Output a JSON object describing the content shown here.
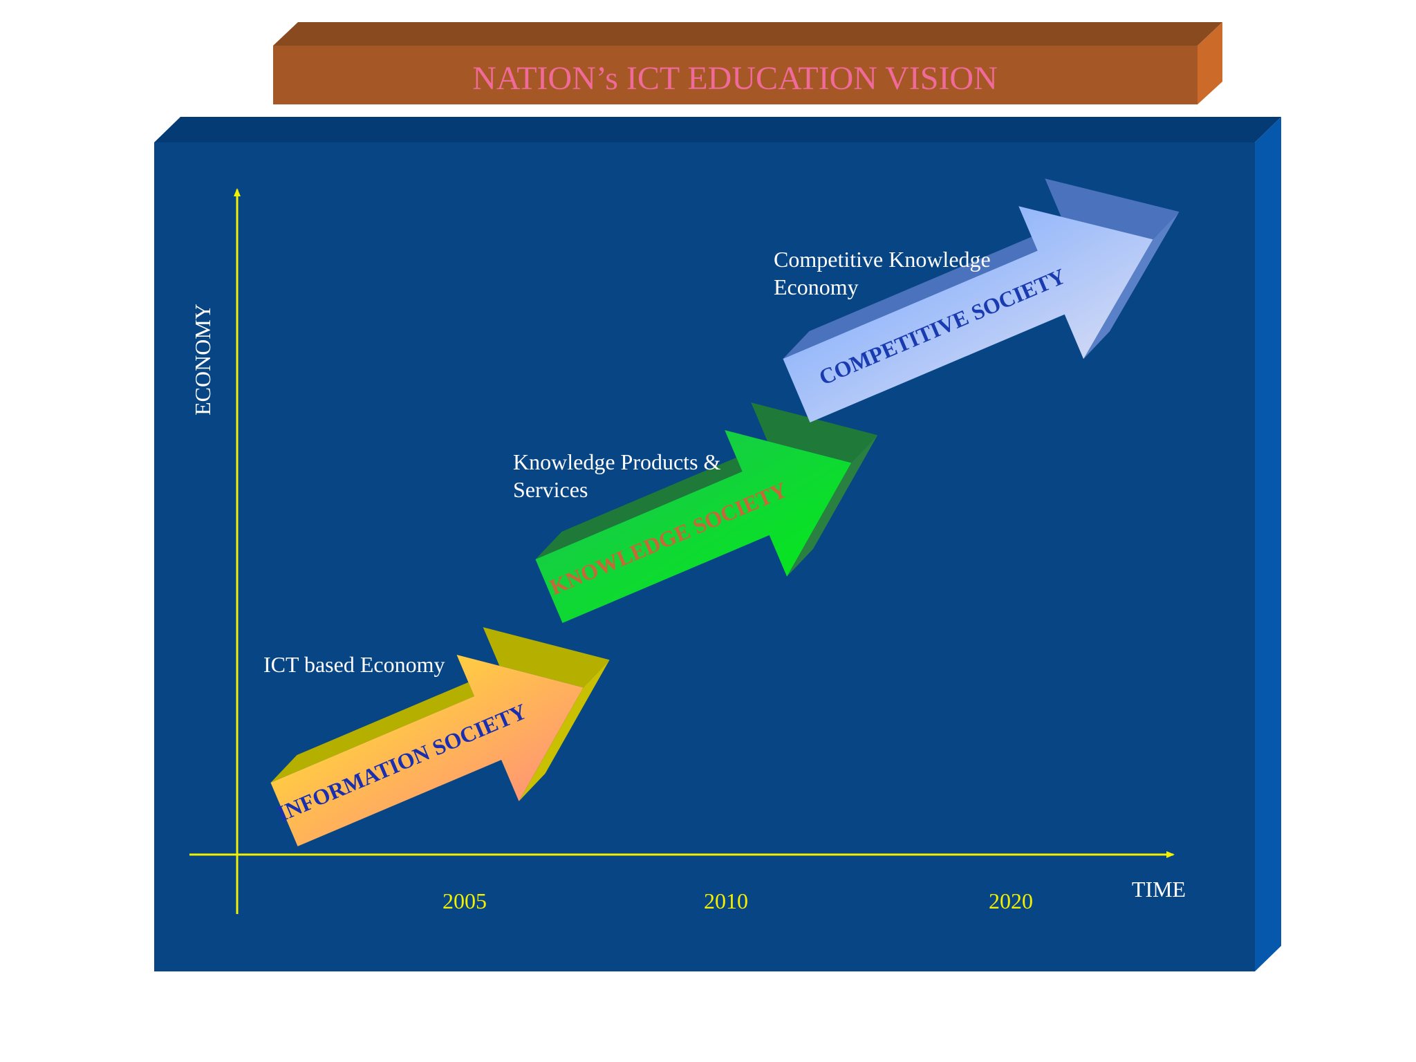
{
  "title": "NATION’s ICT EDUCATION VISION",
  "y_axis_label": "ECONOMY",
  "x_axis_label": "TIME",
  "years": [
    "2005",
    "2010",
    "2020"
  ],
  "stages": [
    {
      "arrow_label": "INFORMATION SOCIETY",
      "caption_lines": [
        "ICT based Economy"
      ],
      "label_color": "#1a2fb0",
      "gradient": [
        "#ffee22",
        "#ff7f8a"
      ],
      "top_face": "#b5b000",
      "side_face": "#c8c000"
    },
    {
      "arrow_label": "KNOWLEDGE SOCIETY",
      "caption_lines": [
        "Knowledge Products &",
        "Services"
      ],
      "label_color": "#c8673a",
      "gradient": [
        "#1fc05a",
        "#00ee10"
      ],
      "top_face": "#1f7a3a",
      "side_face": "#2a8040"
    },
    {
      "arrow_label": "COMPETITIVE SOCIETY",
      "caption_lines": [
        "Competitive Knowledge",
        "Economy"
      ],
      "label_color": "#1a3ab0",
      "gradient": [
        "#6aa0ff",
        "#ece8f2"
      ],
      "top_face": "#4a72bd",
      "side_face": "#5a80c8"
    }
  ],
  "colors": {
    "board_front": "#084585",
    "board_top": "#053b74",
    "board_side": "#0558ac",
    "banner_front": "#a55725",
    "banner_top": "#8a4a20",
    "banner_side": "#cc6a2a",
    "title_text": "#f06a9a",
    "axis": "#f3f000",
    "year_text": "#f3f000",
    "caption_text": "#ffffff"
  }
}
